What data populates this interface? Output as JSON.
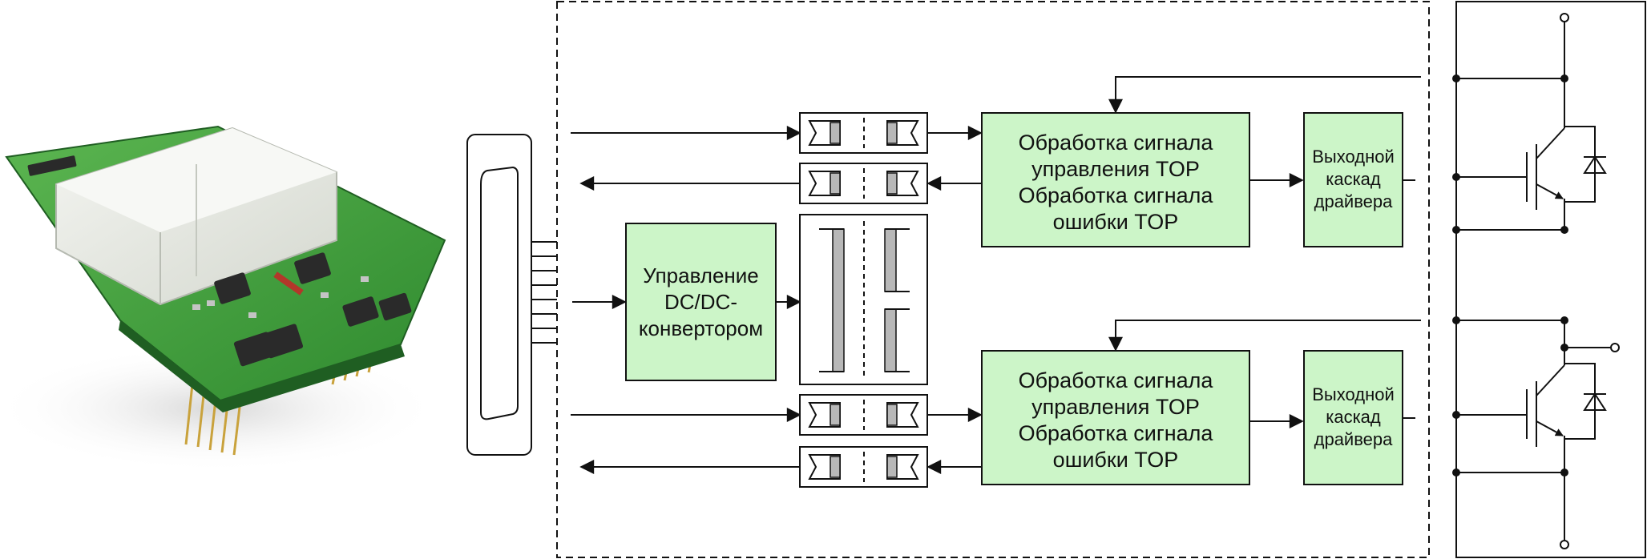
{
  "diagram": {
    "colors": {
      "block_fill": "#ccf5c8",
      "line": "#111111",
      "transformer_core": "#b8b8b8",
      "board_green": "#3f9a3a",
      "board_dark": "#27722a",
      "relay_white": "#e9ece6"
    },
    "blocks": {
      "dcdc": {
        "lines": [
          "Управление",
          "DC/DC-",
          "конвертором"
        ]
      },
      "top_signal": {
        "lines": [
          "Обработка сигнала",
          "управления TOP",
          "Обработка сигнала",
          "ошибки TOP"
        ]
      },
      "bottom_signal": {
        "lines": [
          "Обработка сигнала",
          "управления TOP",
          "Обработка сигнала",
          "ошибки TOP"
        ]
      },
      "top_driver": {
        "lines": [
          "Выходной",
          "каскад",
          "драйвера"
        ]
      },
      "bottom_driver": {
        "lines": [
          "Выходной",
          "каскад",
          "драйвера"
        ]
      }
    },
    "icons": {
      "product_photo": "driver-board-photo",
      "connector": "d-sub-connector-icon",
      "isolator": "transformer-icon",
      "switch": "igbt-with-diode-icon"
    }
  }
}
